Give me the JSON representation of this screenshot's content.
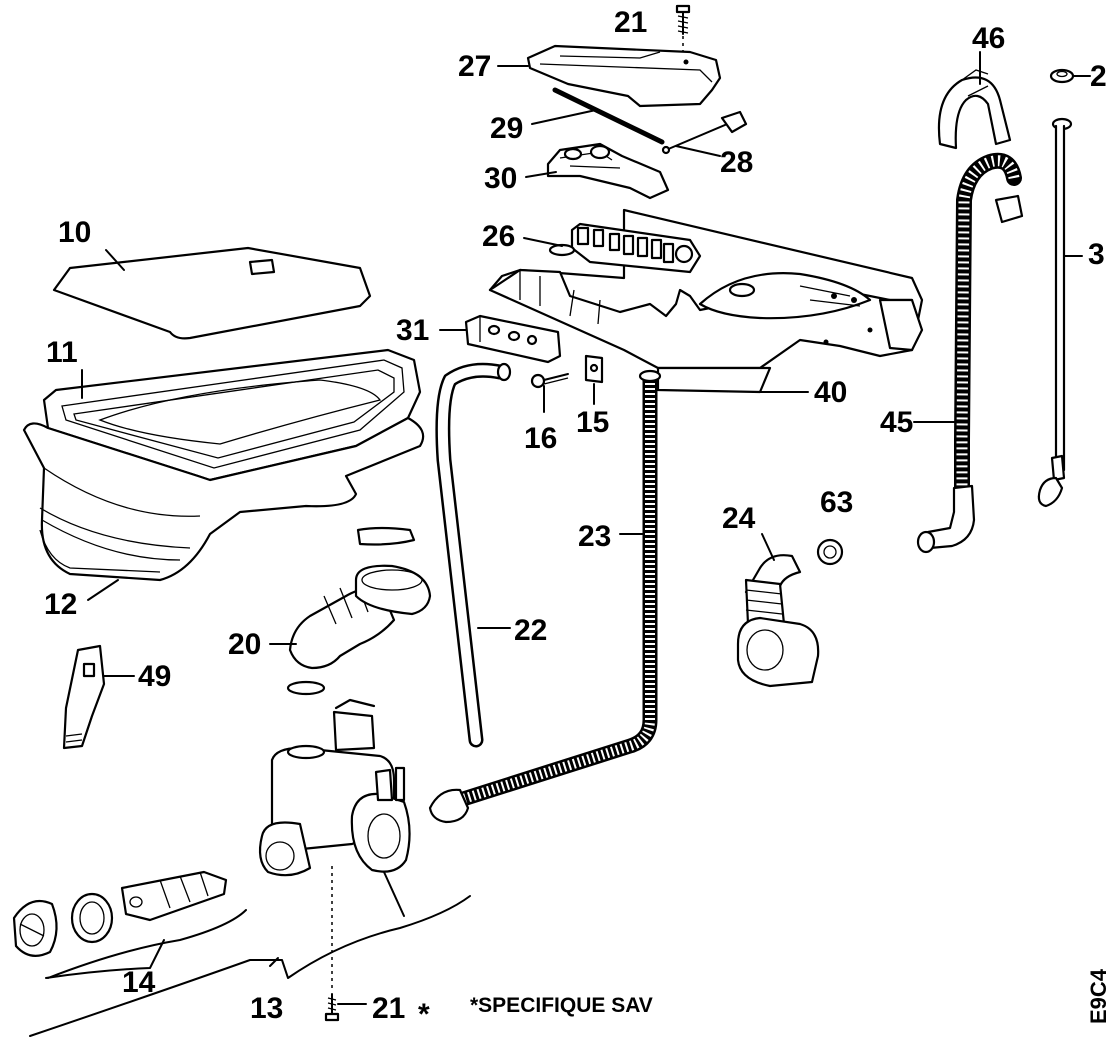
{
  "callouts": [
    {
      "id": "21",
      "text": "21"
    },
    {
      "id": "27",
      "text": "27"
    },
    {
      "id": "29",
      "text": "29"
    },
    {
      "id": "28",
      "text": "28"
    },
    {
      "id": "30",
      "text": "30"
    },
    {
      "id": "46",
      "text": "46"
    },
    {
      "id": "2",
      "text": "2"
    },
    {
      "id": "3",
      "text": "3"
    },
    {
      "id": "26",
      "text": "26"
    },
    {
      "id": "10",
      "text": "10"
    },
    {
      "id": "11",
      "text": "11"
    },
    {
      "id": "31",
      "text": "31"
    },
    {
      "id": "40",
      "text": "40"
    },
    {
      "id": "16",
      "text": "16"
    },
    {
      "id": "15",
      "text": "15"
    },
    {
      "id": "45",
      "text": "45"
    },
    {
      "id": "12",
      "text": "12"
    },
    {
      "id": "23",
      "text": "23"
    },
    {
      "id": "24",
      "text": "24"
    },
    {
      "id": "63",
      "text": "63"
    },
    {
      "id": "20",
      "text": "20"
    },
    {
      "id": "22",
      "text": "22"
    },
    {
      "id": "49",
      "text": "49"
    },
    {
      "id": "14",
      "text": "14"
    },
    {
      "id": "13",
      "text": "13"
    },
    {
      "id": "21b",
      "text": "21"
    }
  ],
  "note": {
    "asterisk": "*",
    "text": "*SPECIFIQUE SAV"
  },
  "diagram_code": "E9C4"
}
